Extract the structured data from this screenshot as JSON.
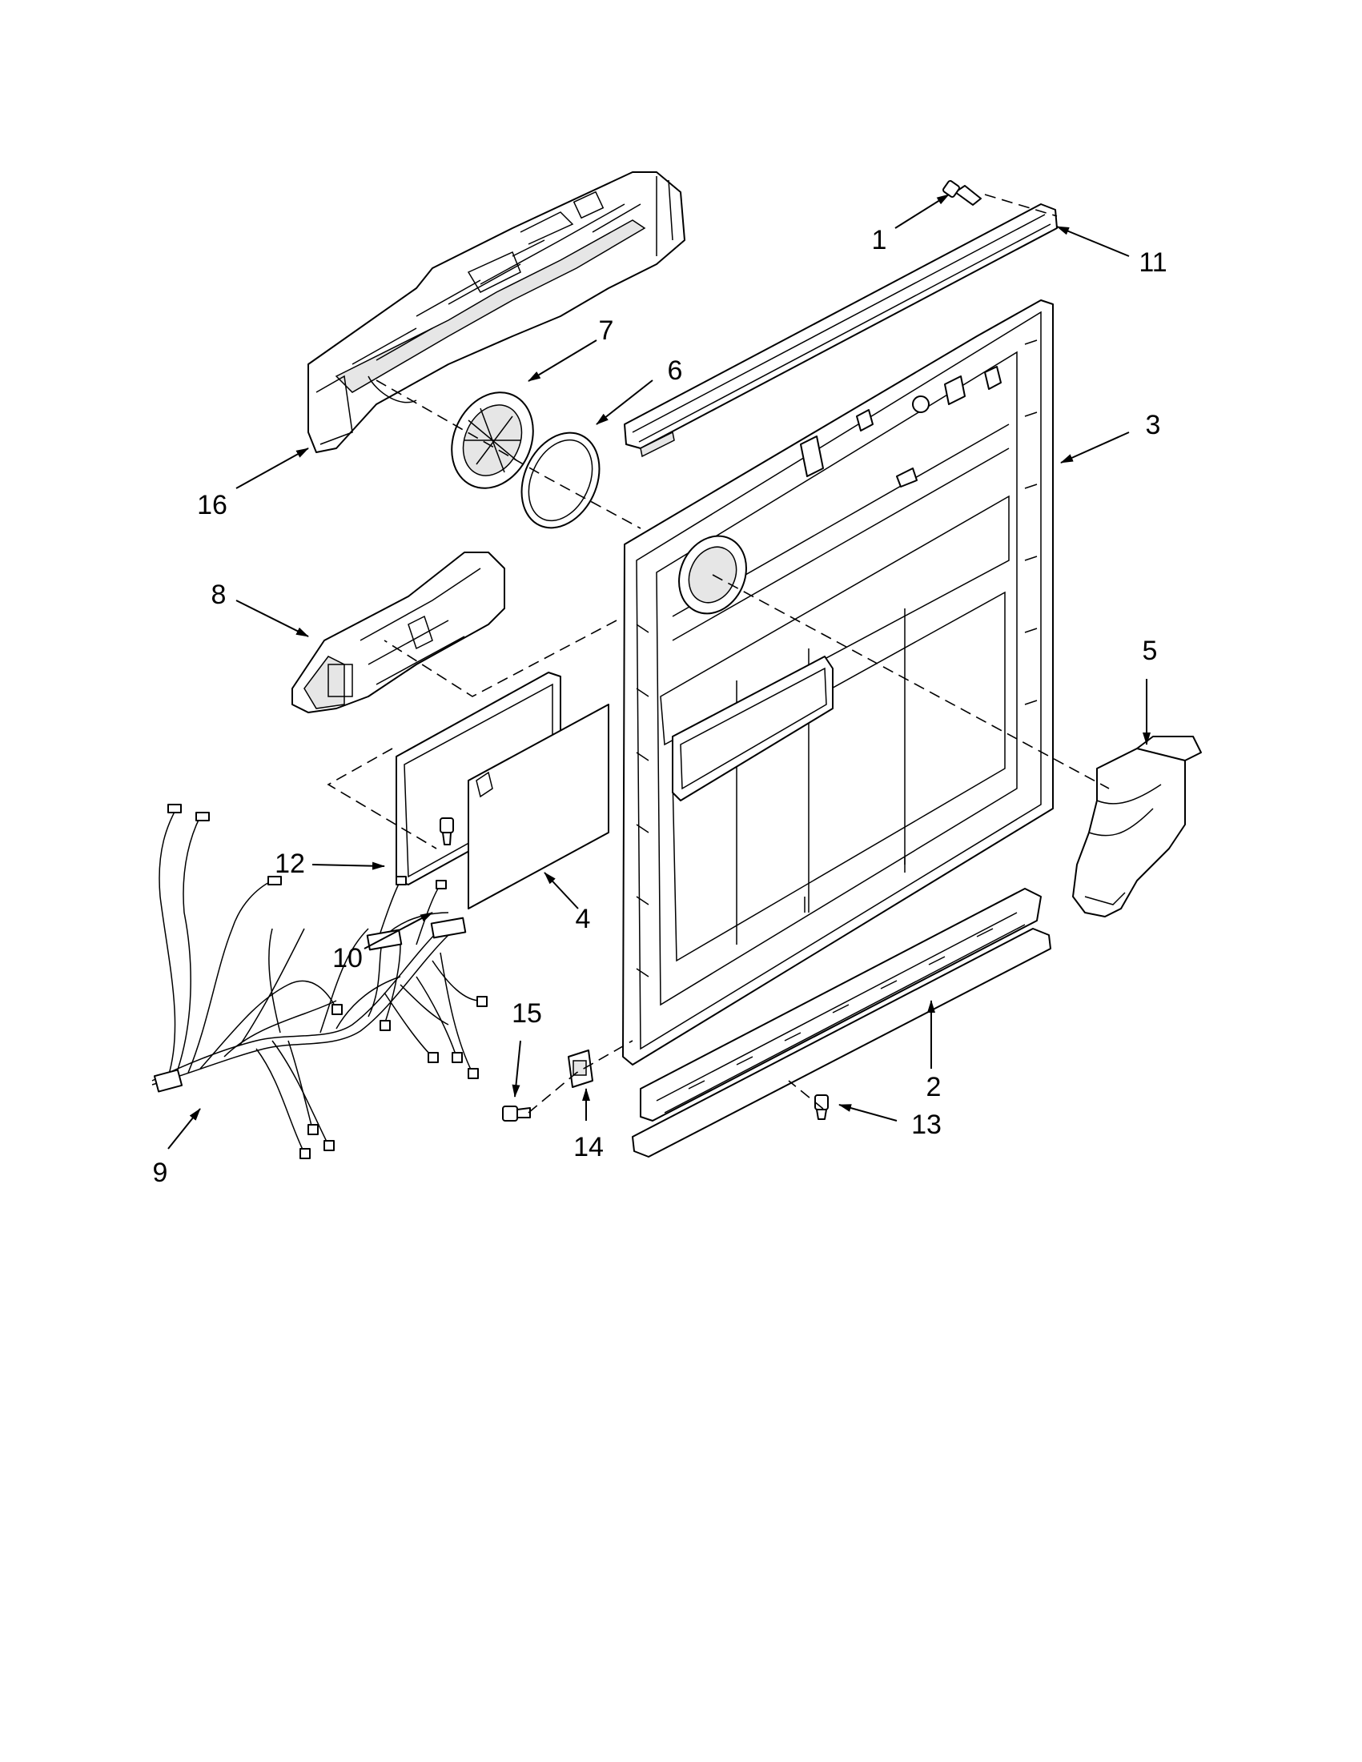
{
  "callouts": [
    {
      "id": "1",
      "label": "1"
    },
    {
      "id": "2",
      "label": "2"
    },
    {
      "id": "3",
      "label": "3"
    },
    {
      "id": "4",
      "label": "4"
    },
    {
      "id": "5",
      "label": "5"
    },
    {
      "id": "6",
      "label": "6"
    },
    {
      "id": "7",
      "label": "7"
    },
    {
      "id": "8",
      "label": "8"
    },
    {
      "id": "9",
      "label": "9"
    },
    {
      "id": "10",
      "label": "10"
    },
    {
      "id": "11",
      "label": "11"
    },
    {
      "id": "12",
      "label": "12"
    },
    {
      "id": "13",
      "label": "13"
    },
    {
      "id": "14",
      "label": "14"
    },
    {
      "id": "15",
      "label": "15"
    },
    {
      "id": "16",
      "label": "16"
    }
  ],
  "colors": {
    "line": "#000000",
    "background": "#ffffff",
    "shade": "#e6e6e6"
  }
}
